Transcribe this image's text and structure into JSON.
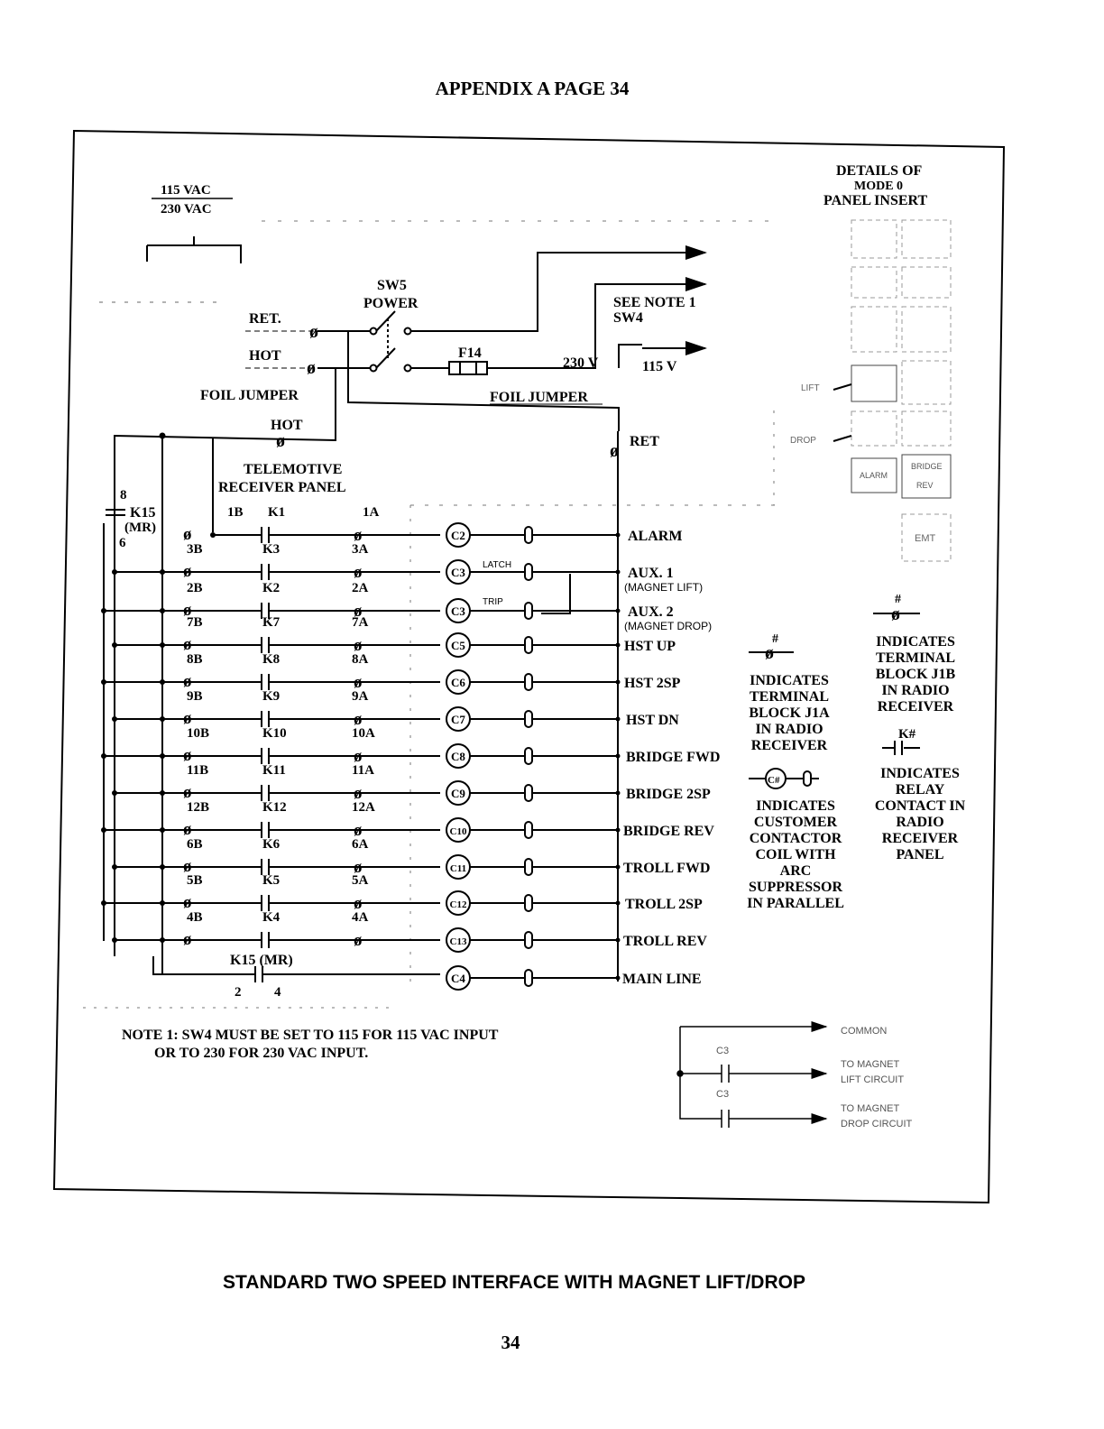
{
  "header": {
    "title": "APPENDIX A PAGE 34"
  },
  "footer": {
    "caption": "STANDARD TWO SPEED INTERFACE WITH MAGNET LIFT/DROP",
    "page_number": "34"
  },
  "power": {
    "v115": "115 VAC",
    "v230": "230 VAC",
    "ret": "RET.",
    "hot": "HOT",
    "foil_jumper_left": "FOIL JUMPER",
    "foil_jumper_mid": "FOIL JUMPER",
    "hot2": "HOT",
    "ret2": "RET",
    "sw5": "SW5",
    "sw5_power": "POWER",
    "fuse": "F14",
    "see_note": "SEE NOTE 1",
    "sw4": "SW4",
    "v230_label": "230 V",
    "v115_label": "115 V"
  },
  "receiver": {
    "line1": "TELEMOTIVE",
    "line2": "RECEIVER PANEL",
    "k15_label": "K15",
    "k15_mr": "(MR)",
    "k15_pin_top": "8",
    "k15_pin_bot": "6",
    "k15_bottom": "K15 (MR)",
    "k15_pin2": "2",
    "k15_pin4": "4"
  },
  "rows": [
    {
      "left": "1B",
      "relay": "K1",
      "right": "1A",
      "coil": "C2",
      "func": "ALARM",
      "sub": ""
    },
    {
      "left": "3B",
      "relay": "K3",
      "right": "3A",
      "coil": "C3",
      "func": "AUX. 1",
      "sub": "(MAGNET LIFT)"
    },
    {
      "left": "2B",
      "relay": "K2",
      "right": "2A",
      "coil": "C3",
      "func": "AUX. 2",
      "sub": "(MAGNET DROP)"
    },
    {
      "left": "7B",
      "relay": "K7",
      "right": "7A",
      "coil": "C5",
      "func": "HST UP",
      "sub": ""
    },
    {
      "left": "8B",
      "relay": "K8",
      "right": "8A",
      "coil": "C6",
      "func": "HST 2SP",
      "sub": ""
    },
    {
      "left": "9B",
      "relay": "K9",
      "right": "9A",
      "coil": "C7",
      "func": "HST DN",
      "sub": ""
    },
    {
      "left": "10B",
      "relay": "K10",
      "right": "10A",
      "coil": "C8",
      "func": "BRIDGE FWD",
      "sub": ""
    },
    {
      "left": "11B",
      "relay": "K11",
      "right": "11A",
      "coil": "C9",
      "func": "BRIDGE 2SP",
      "sub": ""
    },
    {
      "left": "12B",
      "relay": "K12",
      "right": "12A",
      "coil": "C10",
      "func": "BRIDGE REV",
      "sub": ""
    },
    {
      "left": "6B",
      "relay": "K6",
      "right": "6A",
      "coil": "C11",
      "func": "TROLL FWD",
      "sub": ""
    },
    {
      "left": "5B",
      "relay": "K5",
      "right": "5A",
      "coil": "C12",
      "func": "TROLL 2SP",
      "sub": ""
    },
    {
      "left": "4B",
      "relay": "K4",
      "right": "4A",
      "coil": "C13",
      "func": "TROLL REV",
      "sub": ""
    },
    {
      "left": "",
      "relay": "",
      "right": "",
      "coil": "C4",
      "func": "MAIN LINE",
      "sub": ""
    }
  ],
  "latch": "LATCH",
  "trip": "TRIP",
  "panel_insert": {
    "title1": "DETAILS OF",
    "title2": "MODE 0",
    "title3": "PANEL INSERT",
    "lift": "LIFT",
    "drop": "DROP",
    "alarm": "ALARM",
    "bridge_rev1": "BRIDGE",
    "bridge_rev2": "REV",
    "emt": "EMT"
  },
  "legend": {
    "hash": "#",
    "j1a": [
      "INDICATES",
      "TERMINAL",
      "BLOCK J1A",
      "IN RADIO",
      "RECEIVER"
    ],
    "j1b": [
      "INDICATES",
      "TERMINAL",
      "BLOCK J1B",
      "IN RADIO",
      "RECEIVER"
    ],
    "k_sym": "K#",
    "relay": [
      "INDICATES",
      "RELAY",
      "CONTACT IN",
      "RADIO",
      "RECEIVER",
      "PANEL"
    ],
    "coil_sym": "C#",
    "coil": [
      "INDICATES",
      "CUSTOMER",
      "CONTACTOR",
      "COIL WITH",
      "ARC",
      "SUPPRESSOR",
      "IN PARALLEL"
    ]
  },
  "note": {
    "line1": "NOTE 1: SW4 MUST BE SET TO 115 FOR 115 VAC INPUT",
    "line2": "OR TO 230 FOR 230 VAC INPUT."
  },
  "magnet": {
    "common": "COMMON",
    "c3a": "C3",
    "c3b": "C3",
    "lift1": "TO MAGNET",
    "lift2": "LIFT CIRCUIT",
    "drop1": "TO MAGNET",
    "drop2": "DROP CIRCUIT"
  }
}
